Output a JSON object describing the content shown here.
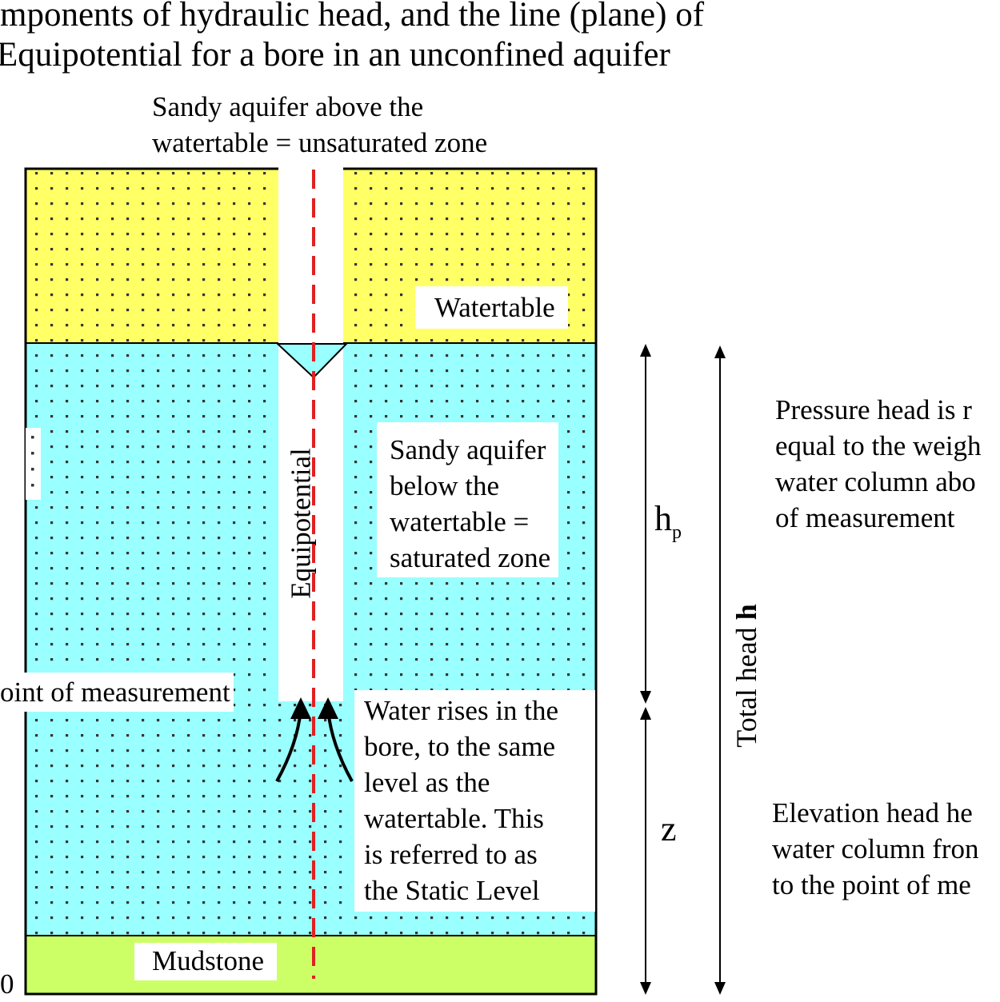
{
  "title_line1": "mponents of hydraulic head, and the line (plane) of",
  "title_line2": "Equipotential for a bore in an unconfined aquifer",
  "unsaturated_label_line1": "Sandy aquifer above the",
  "unsaturated_label_line2": "watertable = unsaturated zone",
  "watertable_label": "Watertable",
  "equipotential_label": "Equipotential",
  "saturated_label": "Sandy aquifer\nbelow the\nwatertable =\nsaturated zone",
  "point_label": "oint of measurement",
  "static_level_label": "Water rises in the\nbore, to the same\nlevel as the\nwatertable. This\nis referred to as\nthe Static Level",
  "mudstone_label": "Mudstone",
  "hp_label": "h",
  "hp_subscript": "p",
  "z_label": "z",
  "total_head_label": "Total head ",
  "total_head_symbol": "h",
  "pressure_head_text": "Pressure head is r\nequal to the weigh\nwater column abo\nof measurement",
  "elevation_head_text": "Elevation head he\nwater column fron\nto the point of me",
  "datum_label": "0",
  "colors": {
    "unsaturated": "#ffff66",
    "saturated": "#99ffff",
    "mudstone": "#ccff66",
    "equipotential_line": "#e02020",
    "outline": "#000000"
  }
}
